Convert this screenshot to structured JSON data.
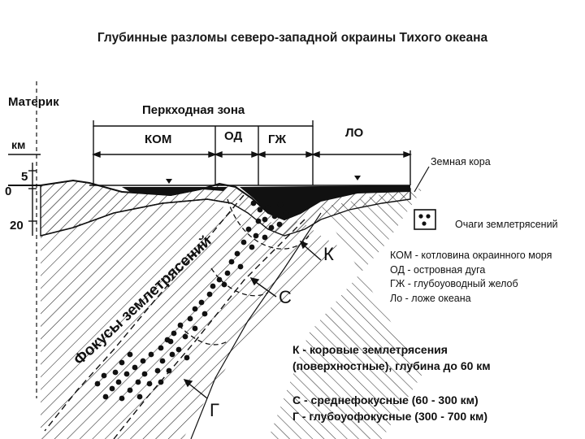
{
  "title": "Глубинные разломы северо-западной окраины Тихого океана",
  "labels": {
    "continent": "Материк",
    "transition_zone": "Перкходная зона",
    "kom": "КОМ",
    "od": "ОД",
    "gzh": "ГЖ",
    "lo": "ЛО",
    "km": "км",
    "depth_5": "5",
    "depth_0": "0",
    "depth_20": "20",
    "earth_crust": "Земная кора",
    "earthquake_foci": "Очаги землетрясений",
    "focus_zone": "Фокусы землетрясений",
    "zone_k": "К",
    "zone_c": "С",
    "zone_g": "Г"
  },
  "legend_abbr": [
    "КОМ - котловина окраинного моря",
    "ОД - островная дуга",
    "ГЖ - глубоуоводный желоб",
    "Ло - ложе океана"
  ],
  "legend_depth": [
    "К - коровые землетрясения",
    "(поверхностные), глубина до 60 км",
    "С - среднефокусные (60 - 300 км)",
    "Г - глубоуофокусные (300 - 700 км)"
  ]
}
